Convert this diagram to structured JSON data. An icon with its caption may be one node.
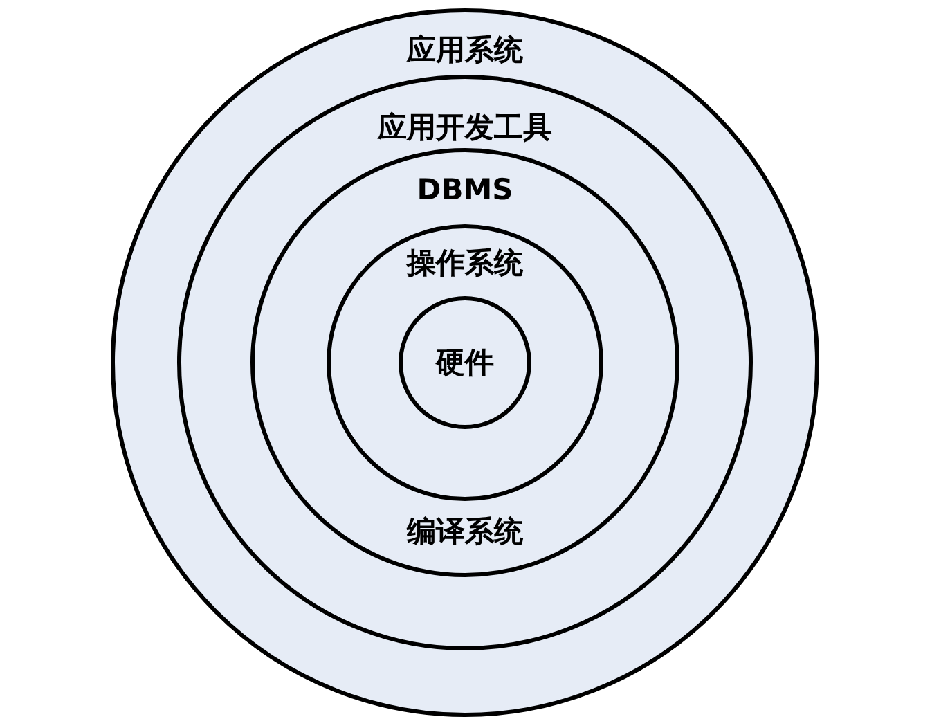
{
  "diagram": {
    "nodes": [
      {
        "text": [
          "应用系统"
        ]
      },
      {
        "text": [
          "应用开发工具"
        ],
        "in": 0
      },
      {
        "text": [
          "DBMS",
          "编译系统"
        ],
        "in": 1
      },
      {
        "text": [
          "操作系统"
        ],
        "in": 2
      },
      {
        "text": [
          "硬件"
        ],
        "in": 3
      }
    ],
    "edges": []
  }
}
